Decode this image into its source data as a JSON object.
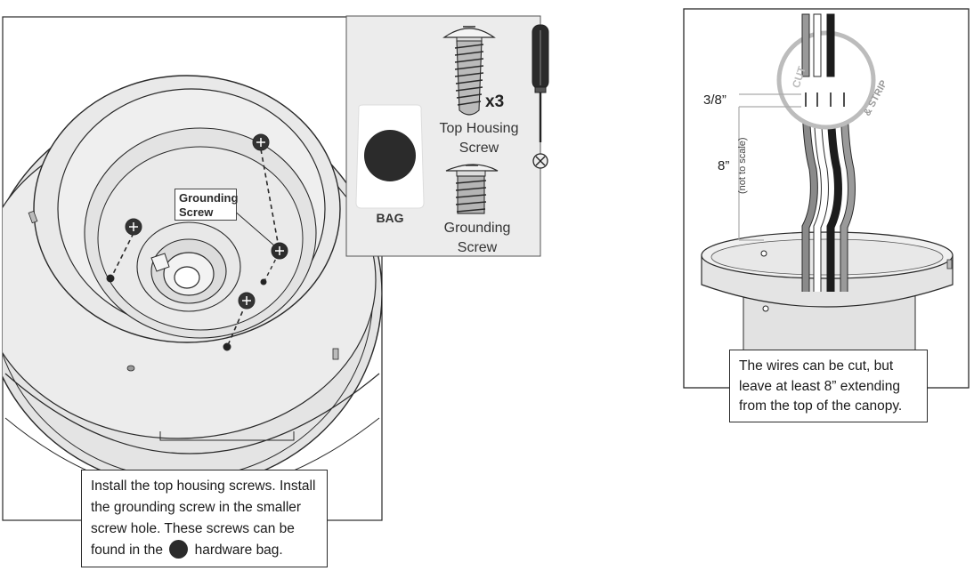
{
  "left_panel": {
    "grounding_label": "Grounding Screw",
    "instruction_before": "Install the top housing screws. Install the grounding screw in the smaller screw hole. These screws can be found in the",
    "instruction_after": "hardware bag."
  },
  "hardware_panel": {
    "bag_label": "BAG",
    "top_screw_quantity": "x3",
    "top_screw_label": "Top Housing Screw",
    "grounding_screw_label": "Grounding Screw"
  },
  "right_panel": {
    "cut_text": "CUT",
    "strip_text": "& STRIP",
    "strip_length": "3/8”",
    "wire_length": "8”",
    "scale_note": "(not to scale)",
    "instruction": "The wires can be cut, but leave at least 8” extending from the top of the canopy."
  },
  "colors": {
    "line": "#2a2a2a",
    "housing_fill": "#e6e6e6",
    "panel_fill": "#ececec",
    "dark": "#2b2b2b",
    "wire_gray": "#8a8a8a",
    "wire_black": "#1c1c1c",
    "cut_circle": "#bcbcbc"
  }
}
